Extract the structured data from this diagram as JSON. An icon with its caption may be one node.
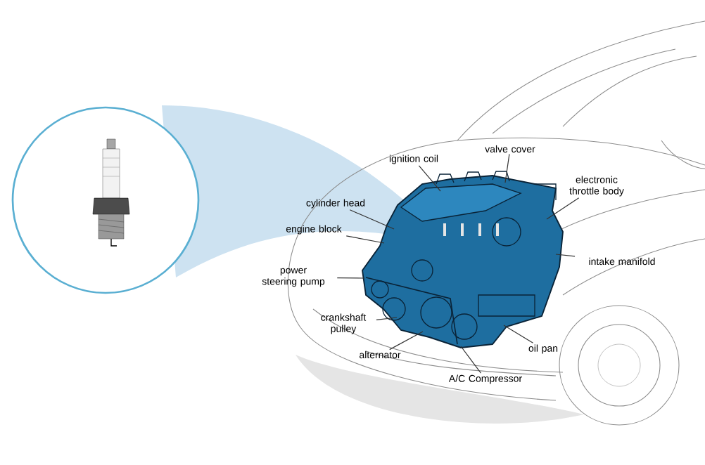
{
  "diagram": {
    "nodes": [
      {
        "text": [
          "ignition coil"
        ]
      },
      {
        "text": [
          "valve cover"
        ]
      },
      {
        "text": [
          "electronic throttle body"
        ]
      },
      {
        "text": [
          "cylinder head"
        ]
      },
      {
        "text": [
          "engine block"
        ]
      },
      {
        "text": [
          "power steering pump"
        ]
      },
      {
        "text": [
          "intake manifold"
        ]
      },
      {
        "text": [
          "crankshaft pulley"
        ]
      },
      {
        "text": [
          "oil pan"
        ]
      },
      {
        "text": [
          "alternator"
        ]
      },
      {
        "text": [
          "A/C Compressor"
        ]
      },
      {
        "text": [],
        "shape": "picture"
      }
    ],
    "edges": [
      {
        "from": 0,
        "to": 11,
        "arrow": "none"
      },
      {
        "from": 1,
        "to": 11,
        "arrow": "none"
      },
      {
        "from": 2,
        "to": 11,
        "arrow": "none"
      },
      {
        "from": 3,
        "to": 11,
        "arrow": "none"
      },
      {
        "from": 4,
        "to": 11,
        "arrow": "none"
      },
      {
        "from": 5,
        "to": 11,
        "arrow": "none"
      },
      {
        "from": 6,
        "to": 11,
        "arrow": "none"
      },
      {
        "from": 7,
        "to": 11,
        "arrow": "none"
      },
      {
        "from": 8,
        "to": 11,
        "arrow": "none"
      },
      {
        "from": 9,
        "to": 11,
        "arrow": "none"
      },
      {
        "from": 10,
        "to": 11,
        "arrow": "none"
      }
    ]
  }
}
